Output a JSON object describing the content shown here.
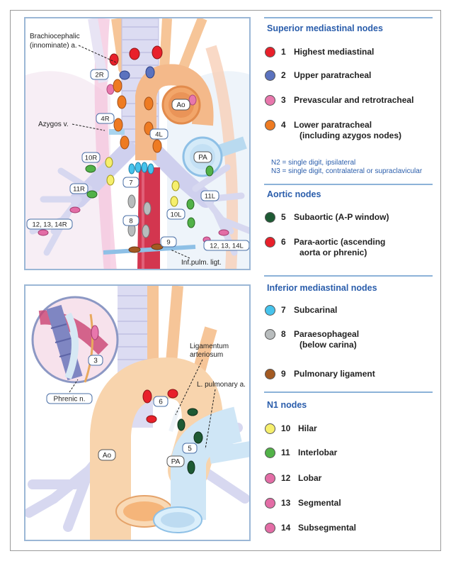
{
  "top_panel": {
    "labels": {
      "brachiocephalic_1": "Brachiocephalic",
      "brachiocephalic_2": "(innominate) a.",
      "azygos": "Azygos v.",
      "ao": "Ao",
      "pa": "PA",
      "inf_pulm": "Inf.pulm. ligt."
    },
    "stations": {
      "s2r": "2R",
      "s4r": "4R",
      "s4l": "4L",
      "s10r": "10R",
      "s10l": "10L",
      "s11r": "11R",
      "s11l": "11L",
      "s7": "7",
      "s8": "8",
      "s9": "9",
      "s12r": "12, 13, 14R",
      "s12l": "12, 13, 14L"
    }
  },
  "bottom_panel": {
    "labels": {
      "ligamentum_1": "Ligamentum",
      "ligamentum_2": "arteriosum",
      "l_pulm": "L. pulmonary a.",
      "phrenic": "Phrenic n.",
      "ao": "Ao",
      "pa": "PA"
    },
    "stations": {
      "s3": "3",
      "s5": "5",
      "s6": "6"
    }
  },
  "legend": {
    "superior": {
      "title": "Superior mediastinal nodes",
      "items": [
        {
          "num": "1",
          "label": "Highest mediastinal",
          "label2": "",
          "color": "#e8202a"
        },
        {
          "num": "2",
          "label": "Upper paratracheal",
          "label2": "",
          "color": "#5b72be"
        },
        {
          "num": "3",
          "label": "Prevascular and retrotracheal",
          "label2": "",
          "color": "#e877ac"
        },
        {
          "num": "4",
          "label": "Lower paratracheal",
          "label2": "(including azygos nodes)",
          "color": "#ee7b22"
        }
      ],
      "note1": "N2 = single digit, ipsilateral",
      "note2": "N3 = single digit, contralateral or supraclavicular"
    },
    "aortic": {
      "title": "Aortic nodes",
      "items": [
        {
          "num": "5",
          "label": "Subaortic (A-P window)",
          "label2": "",
          "color": "#1e5a34"
        },
        {
          "num": "6",
          "label": "Para-aortic (ascending",
          "label2": "aorta or phrenic)",
          "color": "#e8202a"
        }
      ]
    },
    "inferior": {
      "title": "Inferior mediastinal nodes",
      "items": [
        {
          "num": "7",
          "label": "Subcarinal",
          "label2": "",
          "color": "#46c3ec"
        },
        {
          "num": "8",
          "label": "Paraesophageal",
          "label2": "(below carina)",
          "color": "#b8bcbd"
        },
        {
          "num": "9",
          "label": "Pulmonary ligament",
          "label2": "",
          "color": "#a35a22"
        }
      ]
    },
    "n1": {
      "title": "N1 nodes",
      "items": [
        {
          "num": "10",
          "label": "Hilar",
          "label2": "",
          "color": "#f6ef6d"
        },
        {
          "num": "11",
          "label": "Interlobar",
          "label2": "",
          "color": "#52b248"
        },
        {
          "num": "12",
          "label": "Lobar",
          "label2": "",
          "color": "#e36da6"
        },
        {
          "num": "13",
          "label": "Segmental",
          "label2": "",
          "color": "#e36da6"
        },
        {
          "num": "14",
          "label": "Subsegmental",
          "label2": "",
          "color": "#e36da6"
        }
      ]
    }
  }
}
